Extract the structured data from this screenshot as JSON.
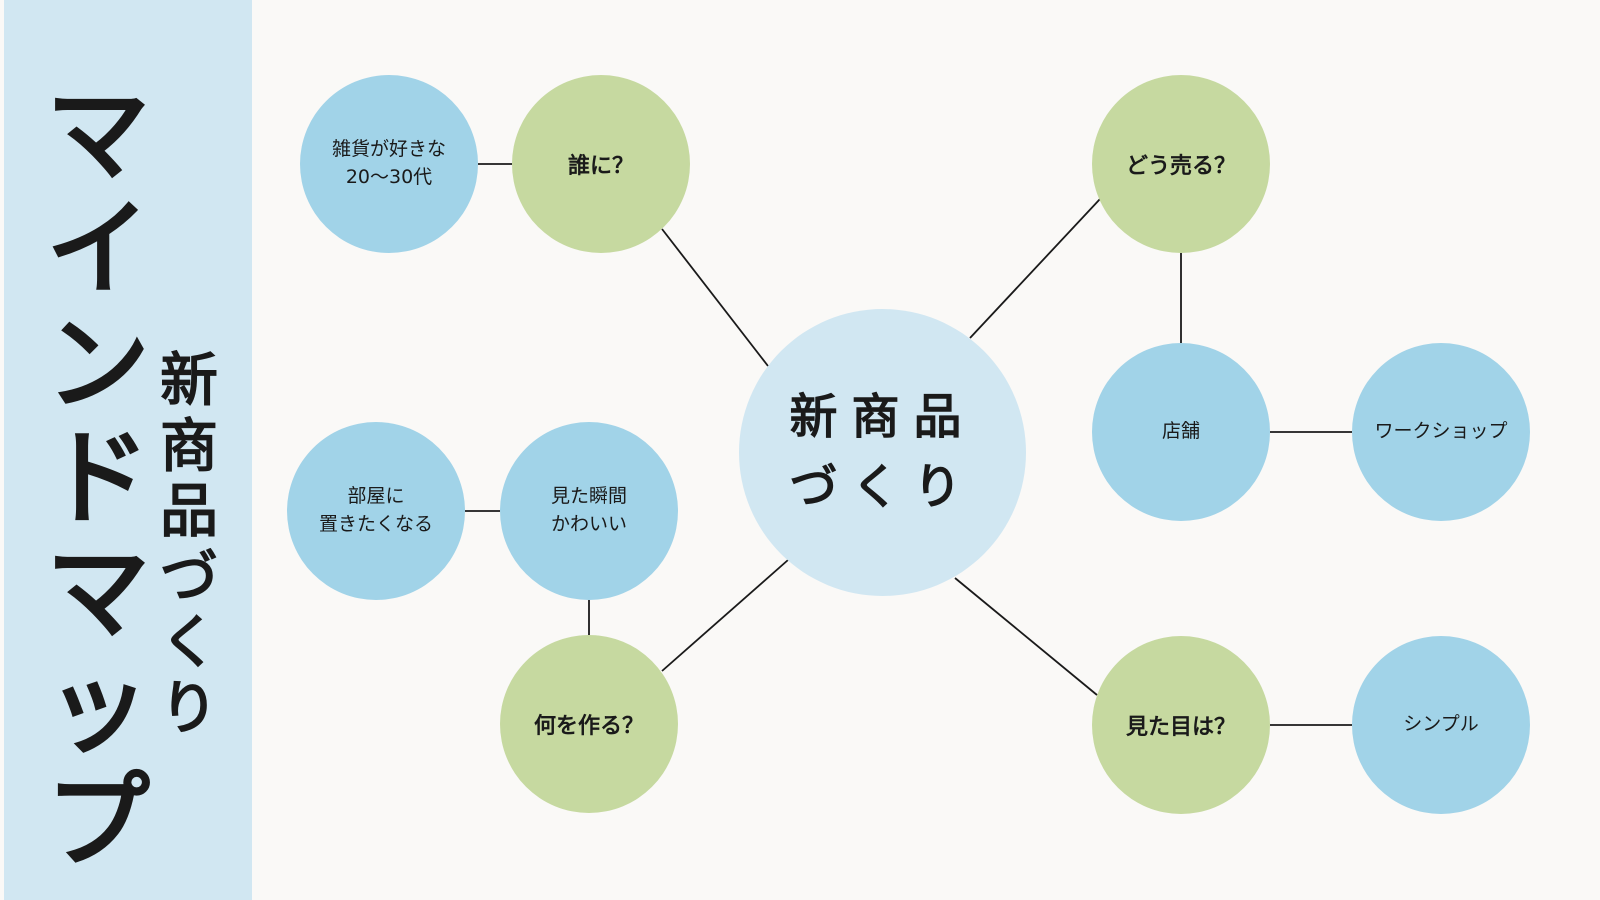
{
  "sidebar": {
    "title": "マインドマップ",
    "subtitle": "新商品づくり"
  },
  "colors": {
    "sidebar_bg": "#d1e7f2",
    "center_node": "#d1e7f2",
    "branch_node": "#c6d9a0",
    "leaf_node": "#a1d3e8",
    "background": "#faf9f7"
  },
  "mindmap": {
    "center": "新商品\nづくり",
    "nodes": {
      "who": "誰に？",
      "who_detail": "雑貨が好きな\n20〜30代",
      "what": "何を作る？",
      "what_detail": "見た瞬間\nかわいい",
      "what_detail2": "部屋に\n置きたくなる",
      "how_sell": "どう売る？",
      "store": "店舗",
      "workshop": "ワークショップ",
      "look": "見た目は？",
      "simple": "シンプル"
    }
  }
}
